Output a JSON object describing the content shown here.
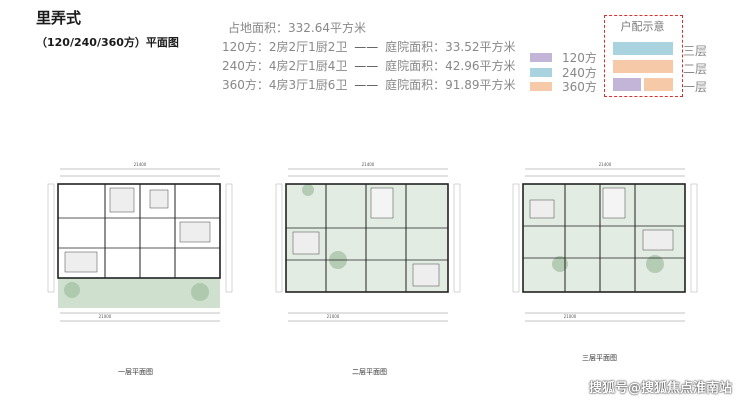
{
  "header": {
    "title": "里弄式",
    "subtitle": "（120/240/360方）平面图"
  },
  "summary": {
    "site_area": "占地面积：332.64平方米",
    "rows": [
      {
        "unit": "120方：2房2厅1厨2卫",
        "dash": "——",
        "garden": "庭院面积：33.52平方米"
      },
      {
        "unit": "240方：4房2厅1厨4卫",
        "dash": "——",
        "garden": "庭院面积：42.96平方米"
      },
      {
        "unit": "360方：4房3厅1厨6卫",
        "dash": "——",
        "garden": "庭院面积：91.89平方米"
      }
    ]
  },
  "legend": {
    "title": "户配示意",
    "units": [
      {
        "label": "120方",
        "color": "#c3b5d8"
      },
      {
        "label": "240方",
        "color": "#a8d3df"
      },
      {
        "label": "360方",
        "color": "#f6c9a8"
      }
    ],
    "floors": [
      "三层",
      "二层",
      "一层"
    ]
  },
  "plans": [
    {
      "caption": "一层平面图",
      "dim_top": "21400",
      "dim_bottom": "21000"
    },
    {
      "caption": "二层平面图",
      "dim_top": "21400",
      "dim_bottom": "21000"
    },
    {
      "caption": "三层平面图",
      "dim_top": "21400",
      "dim_bottom": "21000"
    }
  ],
  "watermark": "搜狐号@搜狐焦点淮南站"
}
